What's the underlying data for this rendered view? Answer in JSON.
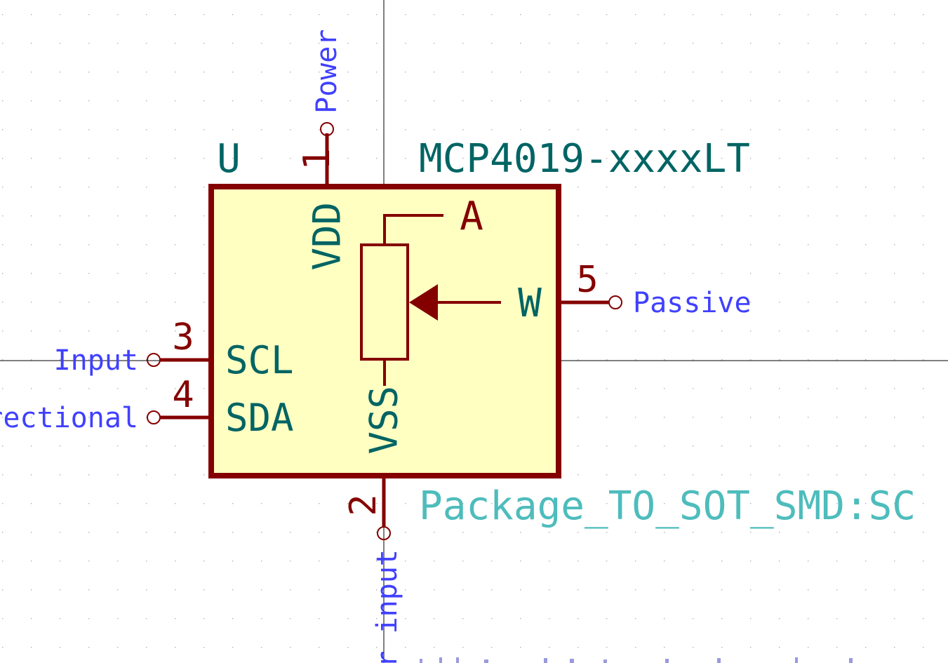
{
  "symbol": {
    "reference": "U",
    "value": "MCP4019-xxxxLT",
    "footprint": "Package_TO_SOT_SMD:SC",
    "pot_terminals": {
      "a": "A",
      "w": "W"
    }
  },
  "pins": {
    "p1": {
      "number": "1",
      "name": "VDD",
      "type": "Power"
    },
    "p2": {
      "number": "2",
      "name": "VSS",
      "type": "r input"
    },
    "p3": {
      "number": "3",
      "name": "SCL",
      "type": "Input"
    },
    "p4": {
      "number": "4",
      "name": "SDA",
      "type": "rectional"
    },
    "p5": {
      "number": "5",
      "type": "Passive"
    }
  },
  "colors": {
    "body_fill": "#ffffc2",
    "body_stroke": "#840000",
    "pin_name": "#006464",
    "pin_type": "#4040ff",
    "footprint": "#4ebcbc",
    "grid": "#aaaaaa",
    "axis": "#000000"
  }
}
